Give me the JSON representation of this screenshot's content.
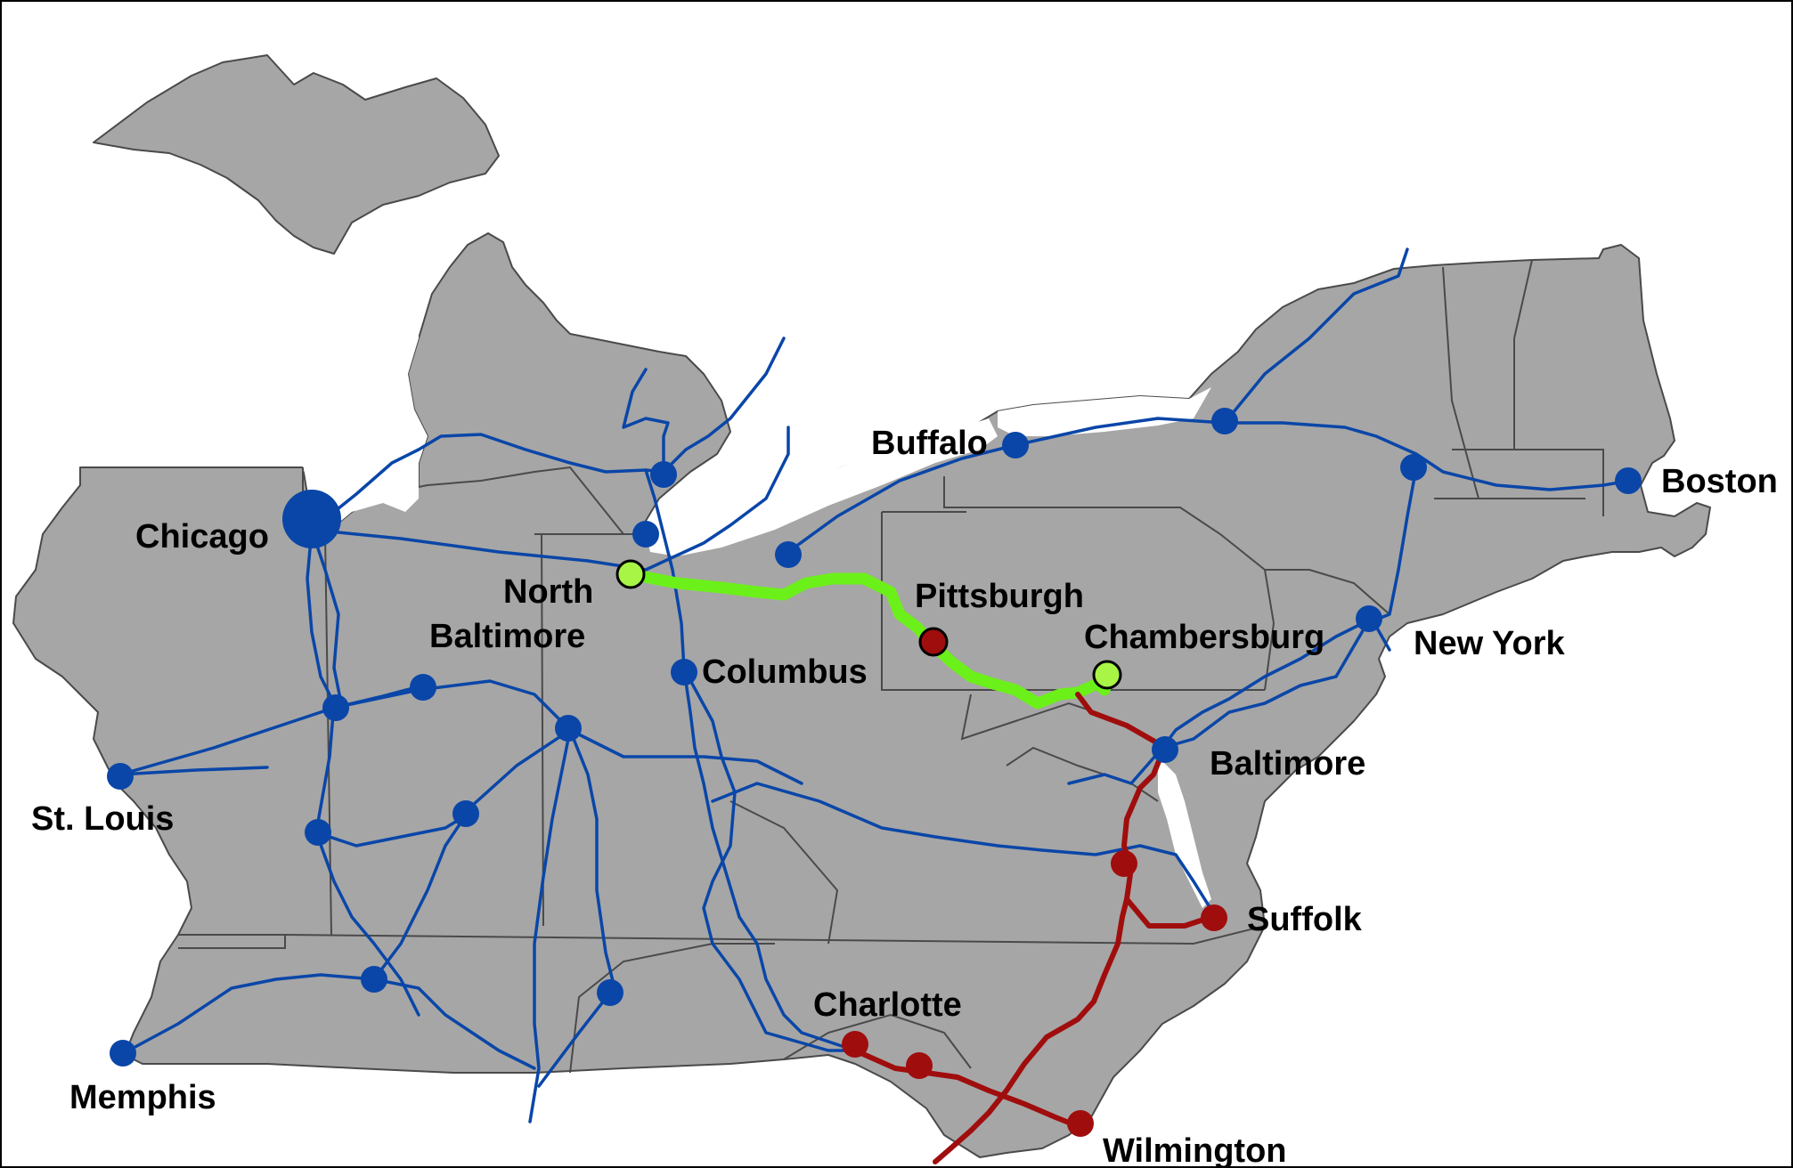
{
  "map": {
    "land_color": "#a6a6a6",
    "border_color": "#4a4a4a",
    "colors": {
      "blue_route": "#0a46a8",
      "green_route": "#6cf01a",
      "red_route": "#a00d0d",
      "blue_node": "#0a46a8",
      "green_node": "#a8f545",
      "red_node": "#a00d0d"
    },
    "cities": {
      "chicago": "Chicago",
      "north": "North",
      "baltimore_oh": "Baltimore",
      "columbus": "Columbus",
      "buffalo": "Buffalo",
      "pittsburgh": "Pittsburgh",
      "chambersburg": "Chambersburg",
      "new_york": "New York",
      "boston": "Boston",
      "baltimore": "Baltimore",
      "st_louis": "St. Louis",
      "suffolk": "Suffolk",
      "charlotte": "Charlotte",
      "memphis": "Memphis",
      "wilmington": "Wilmington"
    }
  }
}
